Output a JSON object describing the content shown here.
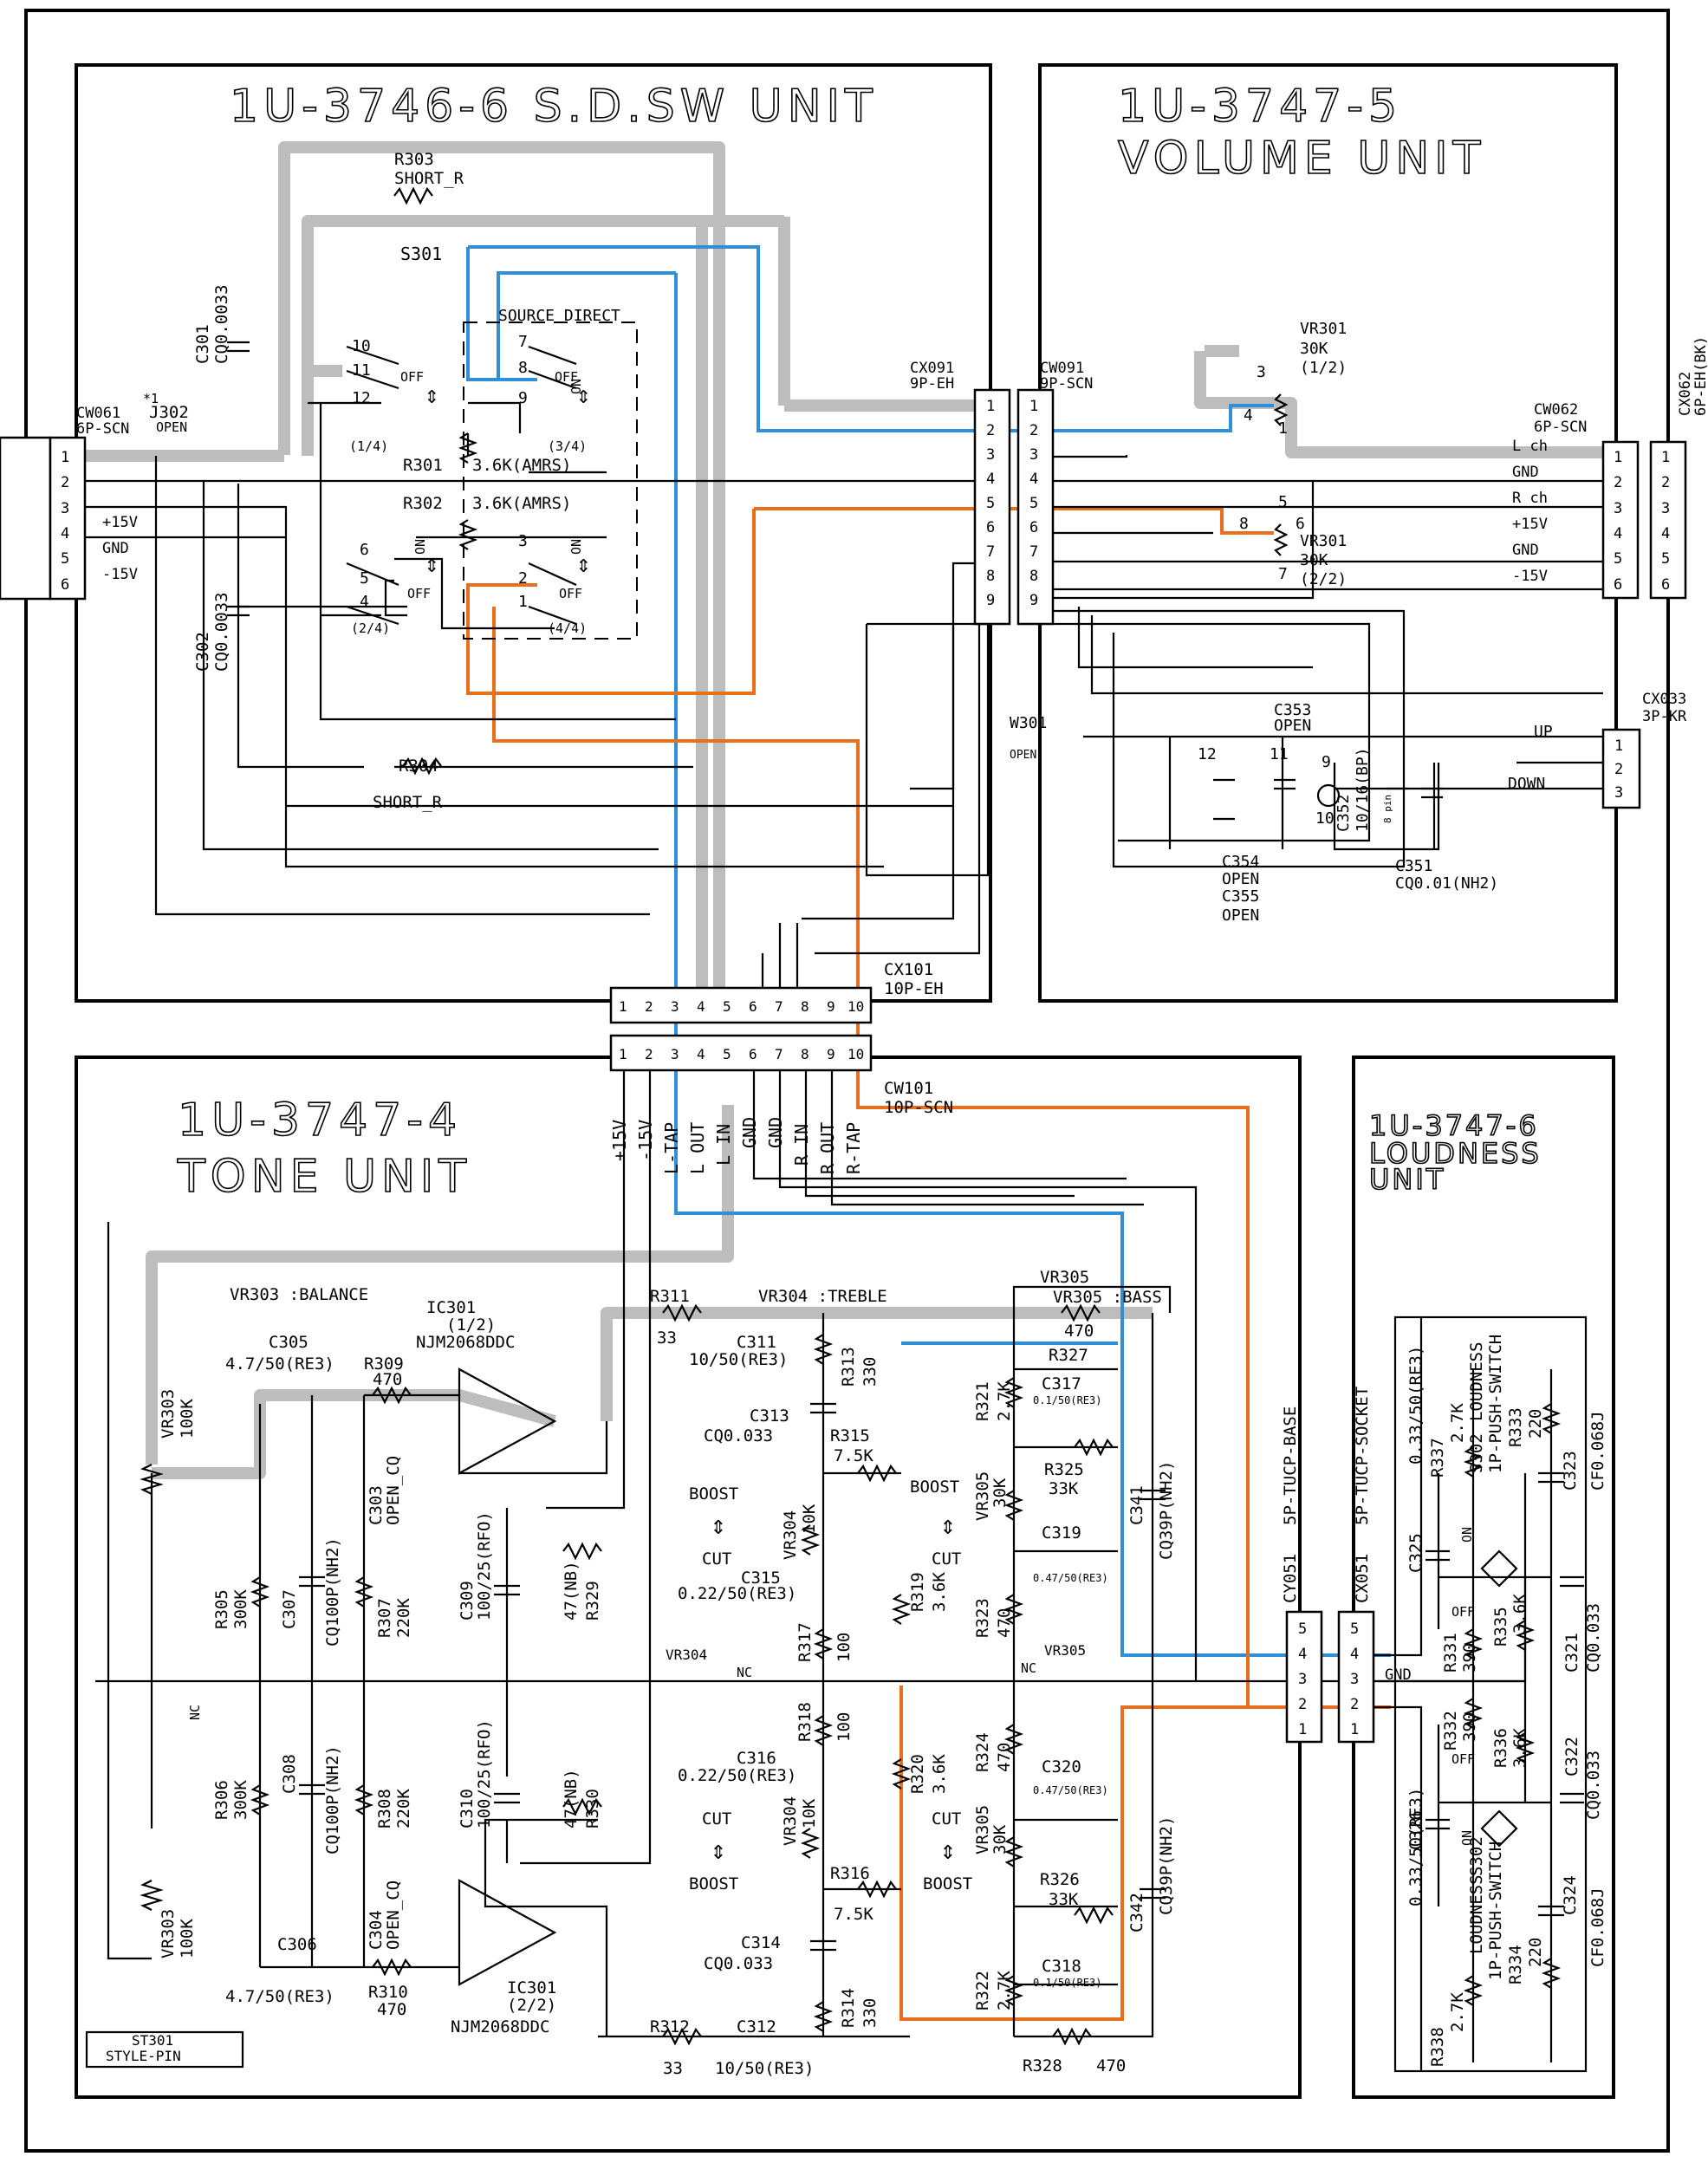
{
  "units": {
    "sdsw": {
      "line1": "1U-3746-6  S.D.SW UNIT"
    },
    "volume": {
      "line1": "1U-3747-5",
      "line2": "VOLUME UNIT"
    },
    "tone": {
      "line1": "1U-3747-4",
      "line2": "TONE UNIT"
    },
    "loudness": {
      "line1": "1U-3747-6",
      "line2": "LOUDNESS",
      "line3": "UNIT"
    }
  },
  "connectors": {
    "cw061": {
      "name": "CW061",
      "type": "6P-SCN"
    },
    "cx091": {
      "name": "CX091",
      "type": "9P-EH"
    },
    "cw091": {
      "name": "CW091",
      "type": "9P-SCN"
    },
    "cw062": {
      "name": "CW062",
      "type": "6P-SCN"
    },
    "cx062": {
      "name": "CX062",
      "type": "6P-EH(BK)"
    },
    "cx033": {
      "name": "CX033",
      "type": "3P-KR"
    },
    "cx101": {
      "name": "CX101",
      "type": "10P-EH"
    },
    "cw101": {
      "name": "CW101",
      "type": "10P-SCN"
    },
    "cy051": {
      "name": "CY051",
      "type": "5P-TUCP-BASE"
    },
    "cx051": {
      "name": "CX051",
      "type": "5P-TUCP-SOCKET"
    }
  },
  "pins": {
    "six": [
      "1",
      "2",
      "3",
      "4",
      "5",
      "6"
    ],
    "nine": [
      "1",
      "2",
      "3",
      "4",
      "5",
      "6",
      "7",
      "8",
      "9"
    ],
    "ten": [
      "1",
      "2",
      "3",
      "4",
      "5",
      "6",
      "7",
      "8",
      "9",
      "10"
    ],
    "three": [
      "1",
      "2",
      "3"
    ],
    "five": [
      "5",
      "4",
      "3",
      "2",
      "1"
    ]
  },
  "cw061_labels": [
    "+15V",
    "GND",
    "-15V"
  ],
  "cw062_labels": [
    "L ch",
    "GND",
    "R ch",
    "+15V",
    "GND",
    "-15V"
  ],
  "cw101_labels": [
    "+15V",
    "-15V",
    "L-TAP",
    "L OUT",
    "L IN",
    "GND",
    "GND",
    "R IN",
    "R OUT",
    "R-TAP"
  ],
  "switch": {
    "name": "S301",
    "label": "SOURCE DIRECT",
    "on": "ON",
    "off": "OFF",
    "positions": [
      "(1/4)",
      "(3/4)",
      "(2/4)",
      "(4/4)"
    ],
    "pins": [
      "10",
      "11",
      "12",
      "7",
      "8",
      "9",
      "6",
      "5",
      "4",
      "3",
      "2",
      "1"
    ]
  },
  "sdsw_parts": {
    "r303": {
      "ref": "R303",
      "value": "SHORT_R"
    },
    "r304": {
      "ref": "R304",
      "value": "SHORT_R"
    },
    "r301": {
      "ref": "R301",
      "value": "3.6K(AMRS)"
    },
    "r302": {
      "ref": "R302",
      "value": "3.6K(AMRS)"
    },
    "c301": {
      "ref": "C301",
      "value": "CQ0.0033"
    },
    "c302": {
      "ref": "C302",
      "value": "CQ0.0033"
    },
    "j302": {
      "mark": "*1",
      "ref": "J302",
      "value": "OPEN"
    }
  },
  "volume_parts": {
    "vr301a": {
      "ref": "VR301",
      "value": "30K",
      "part": "(1/2)"
    },
    "vr301b": {
      "ref": "VR301",
      "value": "30K",
      "part": "(2/2)"
    },
    "w301": {
      "ref": "W301",
      "value": "OPEN"
    },
    "c353": {
      "ref": "C353",
      "value": "OPEN"
    },
    "c352": {
      "ref": "C352",
      "value": "10/16(BP)"
    },
    "c351": {
      "ref": "C351",
      "value": "CQ0.01(NH2)"
    },
    "c354": {
      "ref": "C354",
      "value": "OPEN"
    },
    "c355": {
      "ref": "C355",
      "value": "OPEN"
    },
    "up": "UP",
    "down": "DOWN",
    "pin_nums": [
      "3",
      "4",
      "1",
      "5",
      "8",
      "6",
      "7",
      "12",
      "11",
      "9",
      "10",
      "8 pin"
    ]
  },
  "tone_parts": {
    "vr303": {
      "ref": "VR303",
      "value": "100K",
      "label": "VR303 :BALANCE"
    },
    "ic301a": {
      "ref": "IC301",
      "part": "(1/2)",
      "value": "NJM2068DDC"
    },
    "ic301b": {
      "ref": "IC301",
      "part": "(2/2)",
      "value": "NJM2068DDC"
    },
    "c305": {
      "ref": "C305",
      "value": "4.7/50(RE3)"
    },
    "c306": {
      "ref": "C306",
      "value": "4.7/50(RE3)"
    },
    "r309": {
      "ref": "R309",
      "value": "470"
    },
    "r310": {
      "ref": "R310",
      "value": "470"
    },
    "c303": {
      "ref": "C303",
      "value": "OPEN_CQ"
    },
    "c304": {
      "ref": "C304",
      "value": "OPEN_CQ"
    },
    "r305": {
      "ref": "R305",
      "value": "300K"
    },
    "r306": {
      "ref": "R306",
      "value": "300K"
    },
    "c307": {
      "ref": "C307",
      "value": "CQ100P(NH2)"
    },
    "c308": {
      "ref": "C308",
      "value": "CQ100P(NH2)"
    },
    "r307": {
      "ref": "R307",
      "value": "220K"
    },
    "r308": {
      "ref": "R308",
      "value": "220K"
    },
    "c309": {
      "ref": "C309",
      "value": "100/25(RFO)"
    },
    "c310": {
      "ref": "C310",
      "value": "100/25(RFO)"
    },
    "r329": {
      "ref": "R329",
      "value": "47(NB)"
    },
    "r330": {
      "ref": "R330",
      "value": "47(NB)"
    },
    "r311": {
      "ref": "R311",
      "value": "33"
    },
    "r312": {
      "ref": "R312",
      "value": "33"
    },
    "vr304": {
      "ref": "VR304",
      "value": "10K",
      "label": "VR304 :TREBLE"
    },
    "c311": {
      "ref": "C311",
      "value": "10/50(RE3)"
    },
    "c312": {
      "ref": "C312",
      "value": "10/50(RE3)"
    },
    "r313": {
      "ref": "R313",
      "value": "330"
    },
    "r314": {
      "ref": "R314",
      "value": "330"
    },
    "c313": {
      "ref": "C313",
      "value": "CQ0.033"
    },
    "c314": {
      "ref": "C314",
      "value": "CQ0.033"
    },
    "r315": {
      "ref": "R315",
      "value": "7.5K"
    },
    "r316": {
      "ref": "R316",
      "value": "7.5K"
    },
    "c315": {
      "ref": "C315",
      "value": "0.22/50(RE3)"
    },
    "c316": {
      "ref": "C316",
      "value": "0.22/50(RE3)"
    },
    "r317": {
      "ref": "R317",
      "value": "100"
    },
    "r318": {
      "ref": "R318",
      "value": "100"
    },
    "r319": {
      "ref": "R319",
      "value": "3.6K"
    },
    "r320": {
      "ref": "R320",
      "value": "3.6K"
    },
    "vr305": {
      "ref": "VR305",
      "value": "30K",
      "label": "VR305 :BASS"
    },
    "r327": {
      "ref": "R327",
      "value": "470"
    },
    "r328": {
      "ref": "R328",
      "value": "470"
    },
    "r321": {
      "ref": "R321",
      "value": "2.7K"
    },
    "r322": {
      "ref": "R322",
      "value": "2.7K"
    },
    "c317": {
      "ref": "C317",
      "value": "0.1/50(RE3)"
    },
    "c318": {
      "ref": "C318",
      "value": "0.1/50(RE3)"
    },
    "r325": {
      "ref": "R325",
      "value": "33K"
    },
    "r326": {
      "ref": "R326",
      "value": "33K"
    },
    "c319": {
      "ref": "C319",
      "value": "0.47/50(RE3)"
    },
    "c320": {
      "ref": "C320",
      "value": "0.47/50(RE3)"
    },
    "r323": {
      "ref": "R323",
      "value": "470"
    },
    "r324": {
      "ref": "R324",
      "value": "470"
    },
    "c341": {
      "ref": "C341",
      "value": "CQ39P(NH2)"
    },
    "c342": {
      "ref": "C342",
      "value": "CQ39P(NH2)"
    },
    "boost": "BOOST",
    "cut": "CUT",
    "nc": "NC",
    "st301": {
      "ref": "ST301",
      "value": "STYLE-PIN"
    }
  },
  "loudness_parts": {
    "c325": {
      "ref": "C325",
      "value": "0.33/50(RE3)"
    },
    "c326": {
      "ref": "C326",
      "value": "0.33/50(RE3)"
    },
    "r337": {
      "ref": "R337",
      "value": "2.7K"
    },
    "r338": {
      "ref": "R338",
      "value": "2.7K"
    },
    "s302": {
      "ref": "S302",
      "label": "LOUDNESS",
      "value": "1P-PUSH-SWITCH"
    },
    "r333": {
      "ref": "R333",
      "value": "220"
    },
    "r334": {
      "ref": "R334",
      "value": "220"
    },
    "c323": {
      "ref": "C323",
      "value": "CF0.068J"
    },
    "c324": {
      "ref": "C324",
      "value": "CF0.068J"
    },
    "r335": {
      "ref": "R335",
      "value": "3.6K"
    },
    "r336": {
      "ref": "R336",
      "value": "3.6K"
    },
    "c321": {
      "ref": "C321",
      "value": "CQ0.033"
    },
    "c322": {
      "ref": "C322",
      "value": "CQ0.033"
    },
    "r331": {
      "ref": "R331",
      "value": "390"
    },
    "r332": {
      "ref": "R332",
      "value": "390"
    },
    "gnd": "GND",
    "on": "ON",
    "off": "OFF"
  }
}
